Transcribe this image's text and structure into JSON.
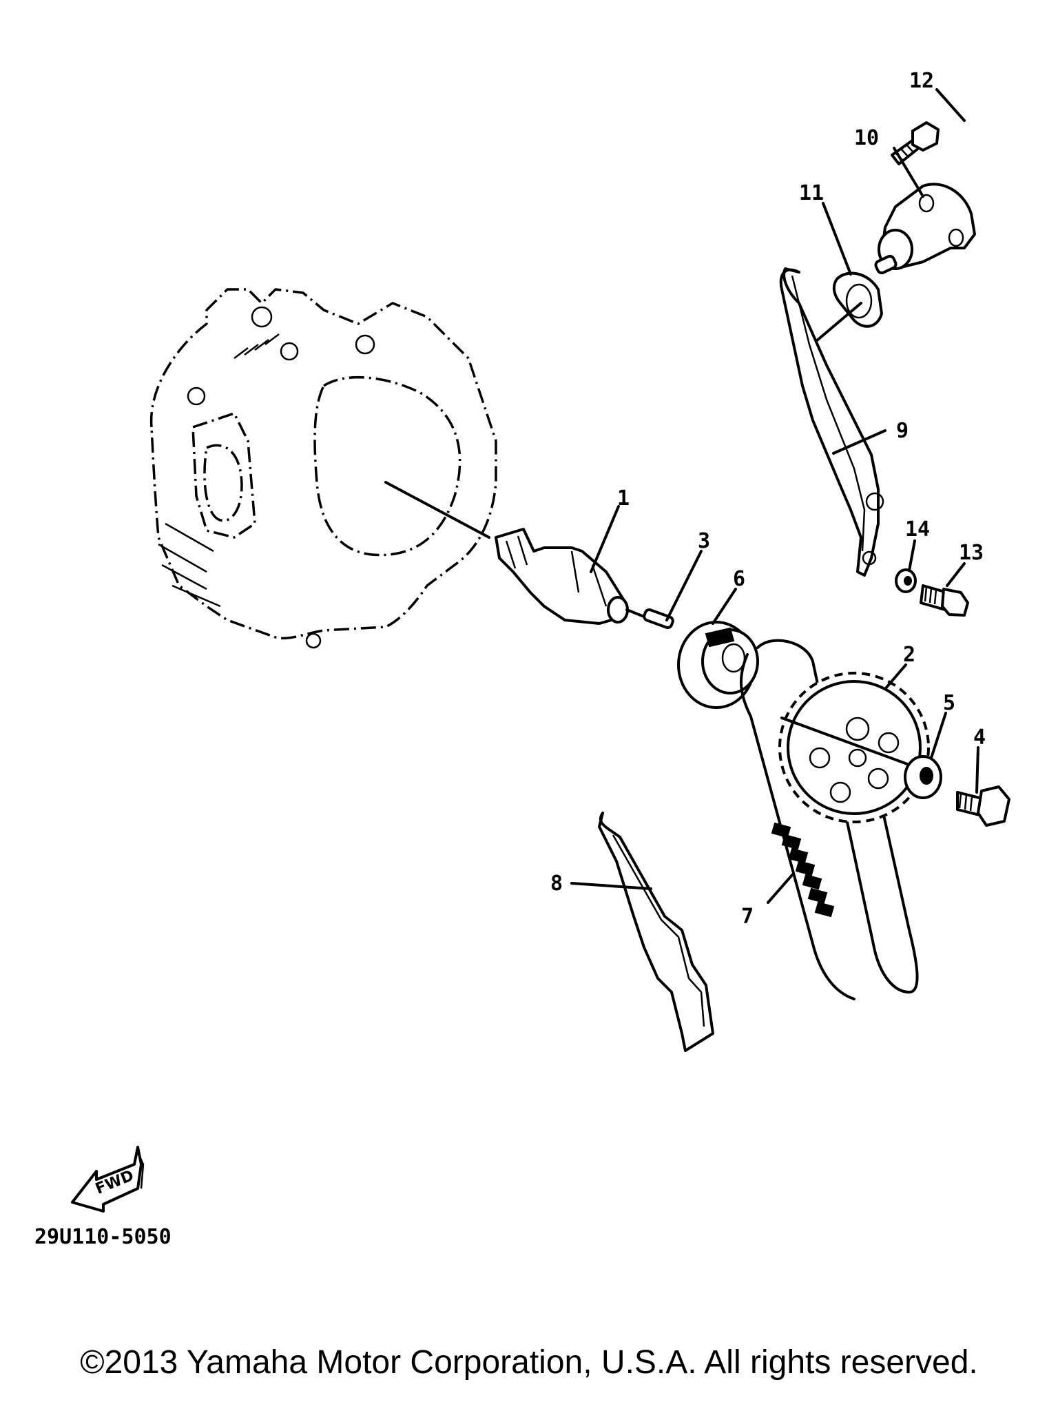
{
  "diagram": {
    "parts": [
      {
        "id": "cylinder-head",
        "callout": ""
      },
      {
        "id": "camshaft",
        "callout": "1"
      },
      {
        "id": "cam-sprocket",
        "callout": "2"
      },
      {
        "id": "pin",
        "callout": "3"
      },
      {
        "id": "sprocket-bolt",
        "callout": "4"
      },
      {
        "id": "washer",
        "callout": "5"
      },
      {
        "id": "bearing",
        "callout": "6"
      },
      {
        "id": "cam-chain",
        "callout": "7"
      },
      {
        "id": "chain-guide",
        "callout": "8"
      },
      {
        "id": "tensioner-guide",
        "callout": "9"
      },
      {
        "id": "chain-tensioner",
        "callout": "10"
      },
      {
        "id": "gasket",
        "callout": "11"
      },
      {
        "id": "tensioner-bolt",
        "callout": "12"
      },
      {
        "id": "guide-bolt",
        "callout": "13"
      },
      {
        "id": "guide-washer",
        "callout": "14"
      }
    ],
    "fwd_arrow_label": "FWD",
    "part_number_code": "29U110-5050"
  },
  "copyright": "©2013 Yamaha Motor Corporation, U.S.A. All rights reserved.",
  "colors": {
    "ink": "#000000",
    "background": "#ffffff"
  }
}
